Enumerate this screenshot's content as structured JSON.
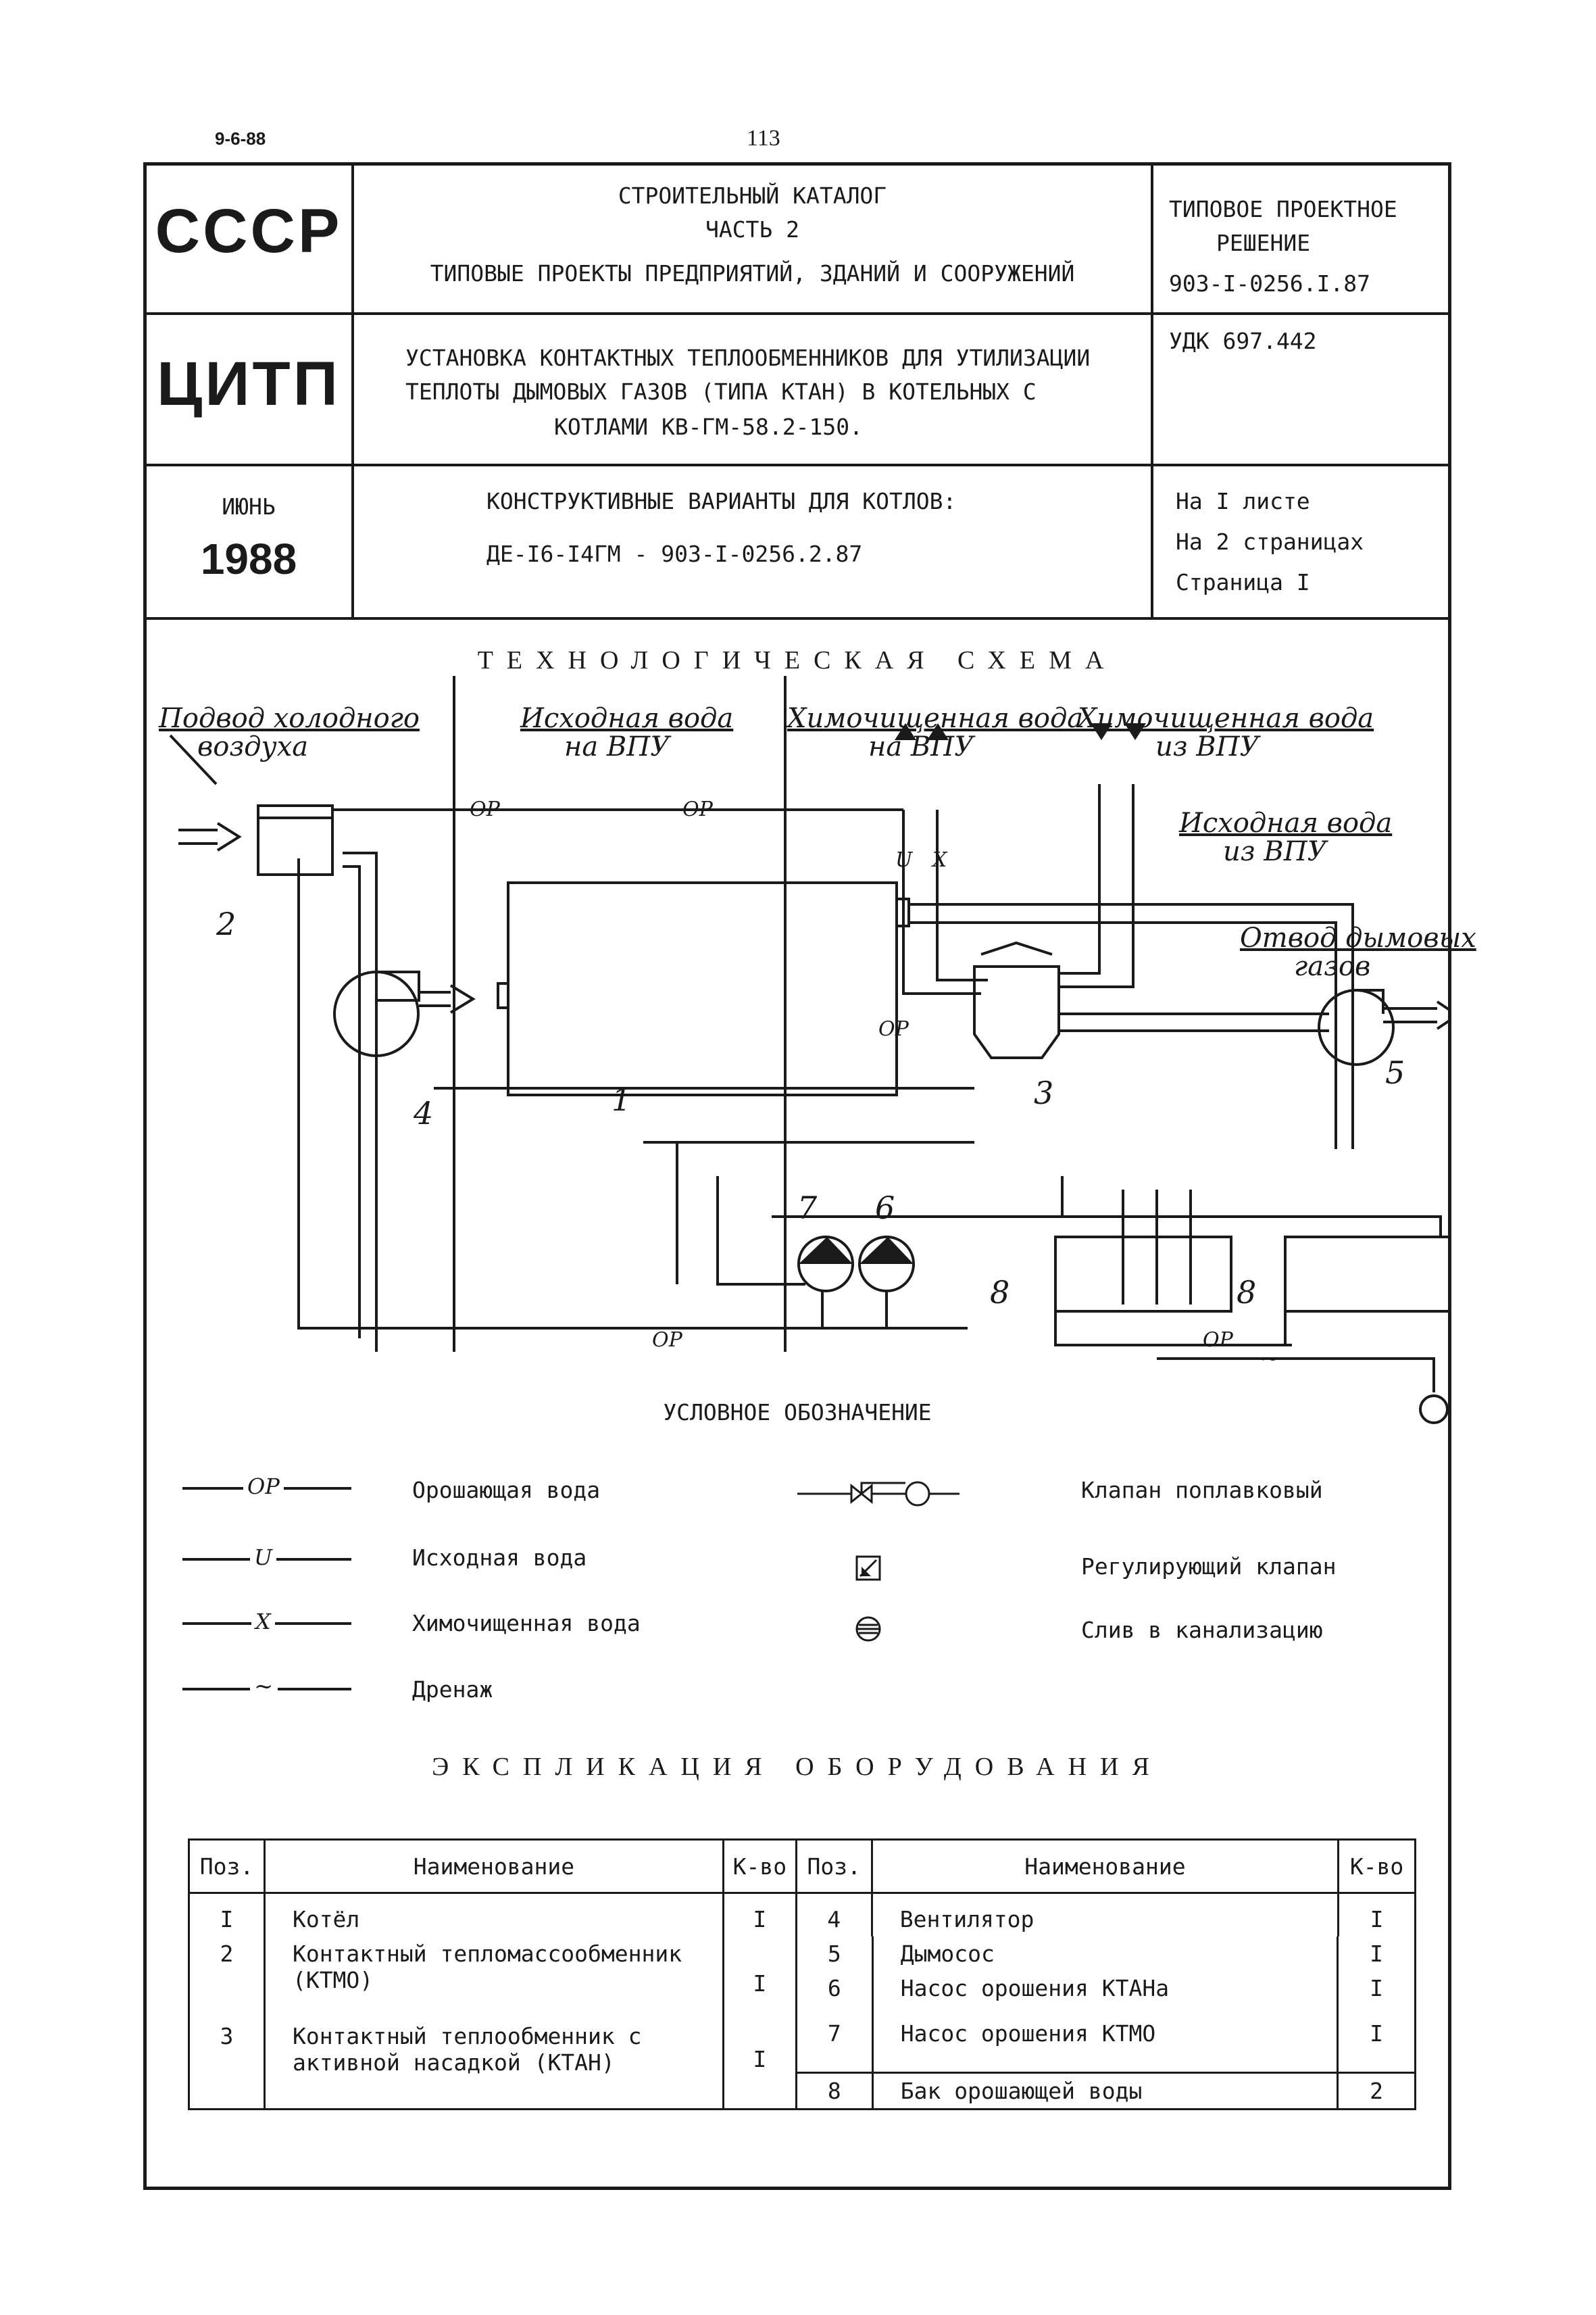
{
  "header": {
    "date": "9-6-88",
    "page_number": "113",
    "org1": "СССР",
    "org2": "ЦИТП",
    "month": "ИЮНЬ",
    "year": "1988",
    "catalog_line1": "СТРОИТЕЛЬНЫЙ КАТАЛОГ",
    "catalog_line2": "ЧАСТЬ 2",
    "catalog_line3": "ТИПОВЫЕ ПРОЕКТЫ ПРЕДПРИЯТИЙ, ЗДАНИЙ И СООРУЖЕНИЙ",
    "type_line1": "ТИПОВОЕ ПРОЕКТНОЕ",
    "type_line2": "РЕШЕНИЕ",
    "type_code": "903-I-0256.I.87",
    "title_line1": "УСТАНОВКА КОНТАКТНЫХ ТЕПЛООБМЕННИКОВ ДЛЯ УТИЛИЗАЦИИ",
    "title_line2": "ТЕПЛОТЫ ДЫМОВЫХ ГАЗОВ (ТИПА КТАН) В КОТЕЛЬНЫХ С",
    "title_line3": "КОТЛАМИ КВ-ГМ-58.2-150.",
    "udk": "УДК 697.442",
    "variant_line1": "КОНСТРУКТИВНЫЕ ВАРИАНТЫ ДЛЯ КОТЛОВ:",
    "variant_line2": "ДЕ-I6-I4ГМ - 903-I-0256.2.87",
    "sheets": "На I листе",
    "pages": "На 2 страницах",
    "page": "Страница I"
  },
  "scheme": {
    "title": "ТЕХНОЛОГИЧЕСКАЯ СХЕМА",
    "labels": {
      "cold_air_1": "Подвод холодного",
      "cold_air_2": "воздуха",
      "src_water_to_1": "Исходная вода",
      "src_water_to_2": "на ВПУ",
      "chem_water_to_1": "Химочищенная вода",
      "chem_water_to_2": "на ВПУ",
      "chem_water_from_1": "Химочищенная вода",
      "chem_water_from_2": "из ВПУ",
      "src_water_from_1": "Исходная вода",
      "src_water_from_2": "из ВПУ",
      "flue_out_1": "Отвод дымовых",
      "flue_out_2": "газов"
    },
    "pipe_marks": {
      "irrigation": "ОР",
      "source": "U",
      "chem": "X",
      "drain": "~"
    },
    "positions": [
      "1",
      "2",
      "3",
      "4",
      "5",
      "6",
      "7",
      "8",
      "8"
    ]
  },
  "legend": {
    "title": "УСЛОВНОЕ ОБОЗНАЧЕНИЕ",
    "items_left": [
      {
        "mark": "ОР",
        "label": "Орошающая вода"
      },
      {
        "mark": "U",
        "label": "Исходная вода"
      },
      {
        "mark": "X",
        "label": "Химочищенная вода"
      },
      {
        "mark": "~",
        "label": "Дренаж"
      }
    ],
    "items_right": [
      {
        "icon": "float-valve-icon",
        "label": "Клапан поплавковый"
      },
      {
        "icon": "control-valve-icon",
        "label": "Регулирующий клапан"
      },
      {
        "icon": "sewer-drain-icon",
        "label": "Слив в канализацию"
      }
    ]
  },
  "explication": {
    "title": "ЭКСПЛИКАЦИЯ ОБОРУДОВАНИЯ",
    "headers": {
      "pos": "Поз.",
      "name": "Наименование",
      "qty": "К-во"
    },
    "left": [
      {
        "pos": "I",
        "name": "Котёл",
        "qty": "I"
      },
      {
        "pos": "2",
        "name": "Контактный тепломассообменник (КТМО)",
        "qty": "I"
      },
      {
        "pos": "3",
        "name": "Контактный теплообменник с активной насадкой (КТАН)",
        "qty": "I"
      }
    ],
    "right": [
      {
        "pos": "4",
        "name": "Вентилятор",
        "qty": "I"
      },
      {
        "pos": "5",
        "name": "Дымосос",
        "qty": "I"
      },
      {
        "pos": "6",
        "name": "Насос орошения КТАНа",
        "qty": "I"
      },
      {
        "pos": "7",
        "name": "Насос орошения КТМО",
        "qty": "I"
      },
      {
        "pos": "8",
        "name": "Бак орошающей воды",
        "qty": "2"
      }
    ]
  }
}
